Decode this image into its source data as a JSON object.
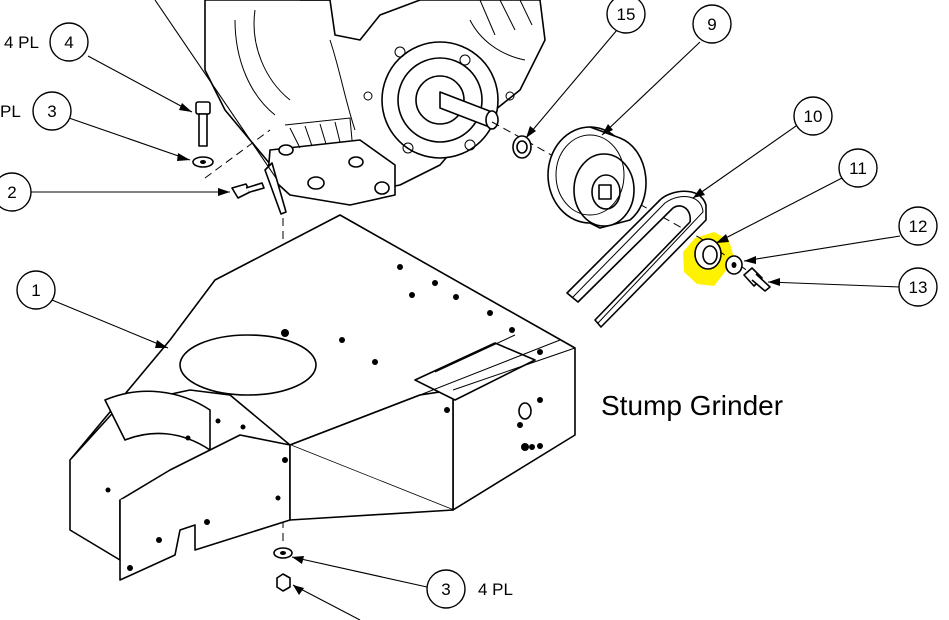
{
  "caption": "Stump Grinder",
  "highlight_color": "#fff200",
  "callouts": {
    "c1": "1",
    "c2": "2",
    "c3_top": "3",
    "c3_bottom": "3",
    "c4": "4",
    "c9": "9",
    "c10": "10",
    "c11": "11",
    "c12": "12",
    "c13": "13",
    "c15": "15"
  },
  "labels": {
    "pl_c4": "4 PL",
    "pl_c3_top": "PL",
    "pl_c3_bottom": "4 PL"
  }
}
